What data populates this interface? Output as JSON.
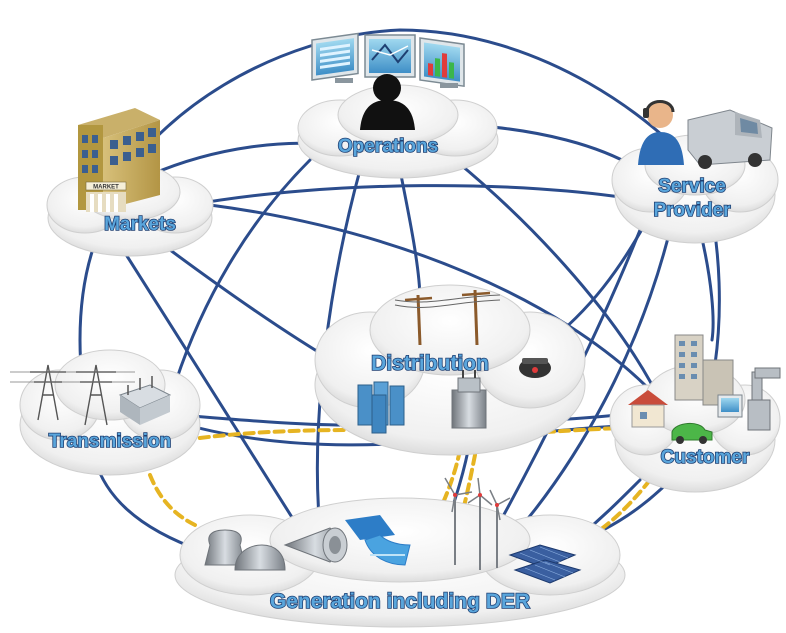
{
  "nodes": {
    "operations": {
      "label": "Operations"
    },
    "markets": {
      "label": "Markets"
    },
    "service_provider": {
      "line1": "Service",
      "line2": "Provider"
    },
    "transmission": {
      "label": "Transmission"
    },
    "distribution": {
      "label": "Distribution"
    },
    "customer": {
      "label": "Customer"
    },
    "generation": {
      "label": "Generation including DER"
    }
  },
  "building_sign": "MARKET",
  "colors": {
    "link_line": "#2b4c8c",
    "dashed_link": "#e6b422",
    "label_fill": "#5aa6dc",
    "label_stroke": "#1e3f72",
    "cloud_fill": "#f2f2f2"
  }
}
